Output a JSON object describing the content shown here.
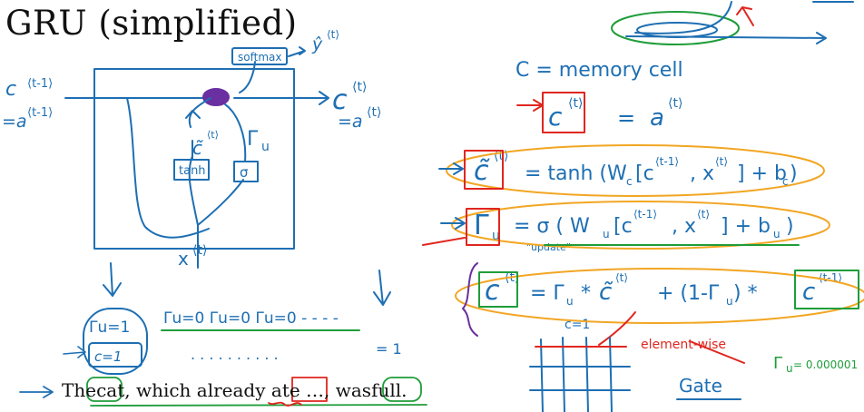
{
  "title": "GRU (simplified)",
  "sentence": {
    "w1": "The",
    "w2": "cat",
    "w3": ", which already",
    "w4": "ate",
    "w5": "…,",
    "w6": "was",
    "w7": "full."
  },
  "colors": {
    "ink_blue": "#1e6fb3",
    "ink_red": "#e0261f",
    "ink_green": "#1f9d3a",
    "ink_orange": "#f2a623",
    "ink_purple": "#6a2fa0"
  }
}
